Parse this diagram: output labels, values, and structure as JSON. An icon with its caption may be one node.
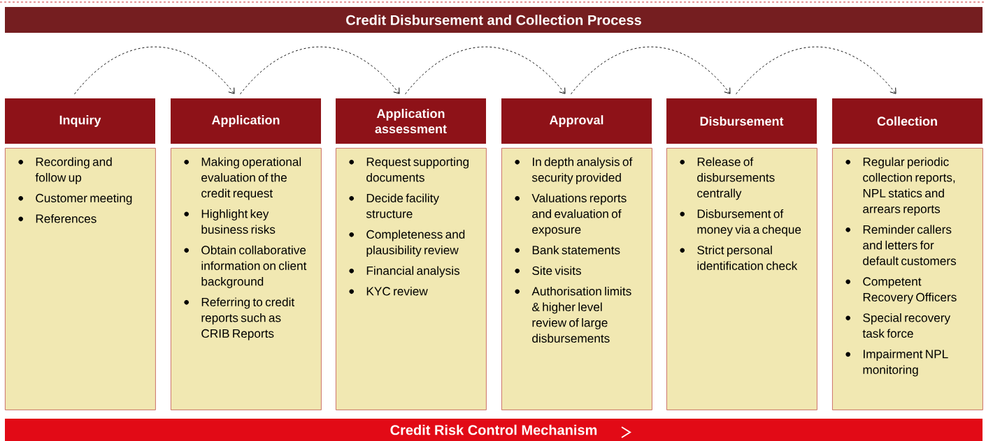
{
  "diagram": {
    "title": "Credit Disbursement and Collection Process",
    "nodes": [
      {
        "text": [
          "Inquiry"
        ]
      },
      {
        "text": [
          "Application"
        ]
      },
      {
        "text": [
          "Application assessment"
        ]
      },
      {
        "text": [
          "Approval"
        ]
      },
      {
        "text": [
          "Disbursement"
        ]
      },
      {
        "text": [
          "Collection"
        ]
      },
      {
        "text": [
          "Recording and follow up",
          "Customer meeting",
          "References"
        ]
      },
      {
        "text": [
          "Making operational evaluation of the credit request",
          "Highlight key business risks",
          "Obtain collaborative information on client background",
          "Referring to credit reports such as CRIB Reports"
        ]
      },
      {
        "text": [
          "Request supporting documents",
          "Decide facility structure",
          "Completeness and plausibility review",
          "Financial analysis",
          "KYC review"
        ]
      },
      {
        "text": [
          "In depth analysis of security provided",
          "Valuations reports and evaluation of exposure",
          "Bank statements",
          "Site visits",
          "Authorisation limits & higher level review of large disbursements"
        ]
      },
      {
        "text": [
          "Release of disbursements centrally",
          "Disbursement of money via a cheque",
          "Strict personal identification check"
        ]
      },
      {
        "text": [
          "Regular periodic collection reports, NPL statics and arrears reports",
          "Reminder callers and letters for default customers",
          "Competent Recovery Officers",
          "Special recovery task force",
          "Impairment NPL monitoring"
        ]
      },
      {
        "text": [
          "Credit Risk Control Mechanism"
        ]
      }
    ],
    "edges": [
      {
        "from": 0,
        "to": 1,
        "arrow": "to",
        "style": "dashed"
      },
      {
        "from": 1,
        "to": 2,
        "arrow": "to",
        "style": "dashed"
      },
      {
        "from": 2,
        "to": 3,
        "arrow": "to",
        "style": "dashed"
      },
      {
        "from": 3,
        "to": 4,
        "arrow": "to",
        "style": "dashed"
      },
      {
        "from": 4,
        "to": 5,
        "arrow": "to",
        "style": "dashed"
      }
    ]
  }
}
